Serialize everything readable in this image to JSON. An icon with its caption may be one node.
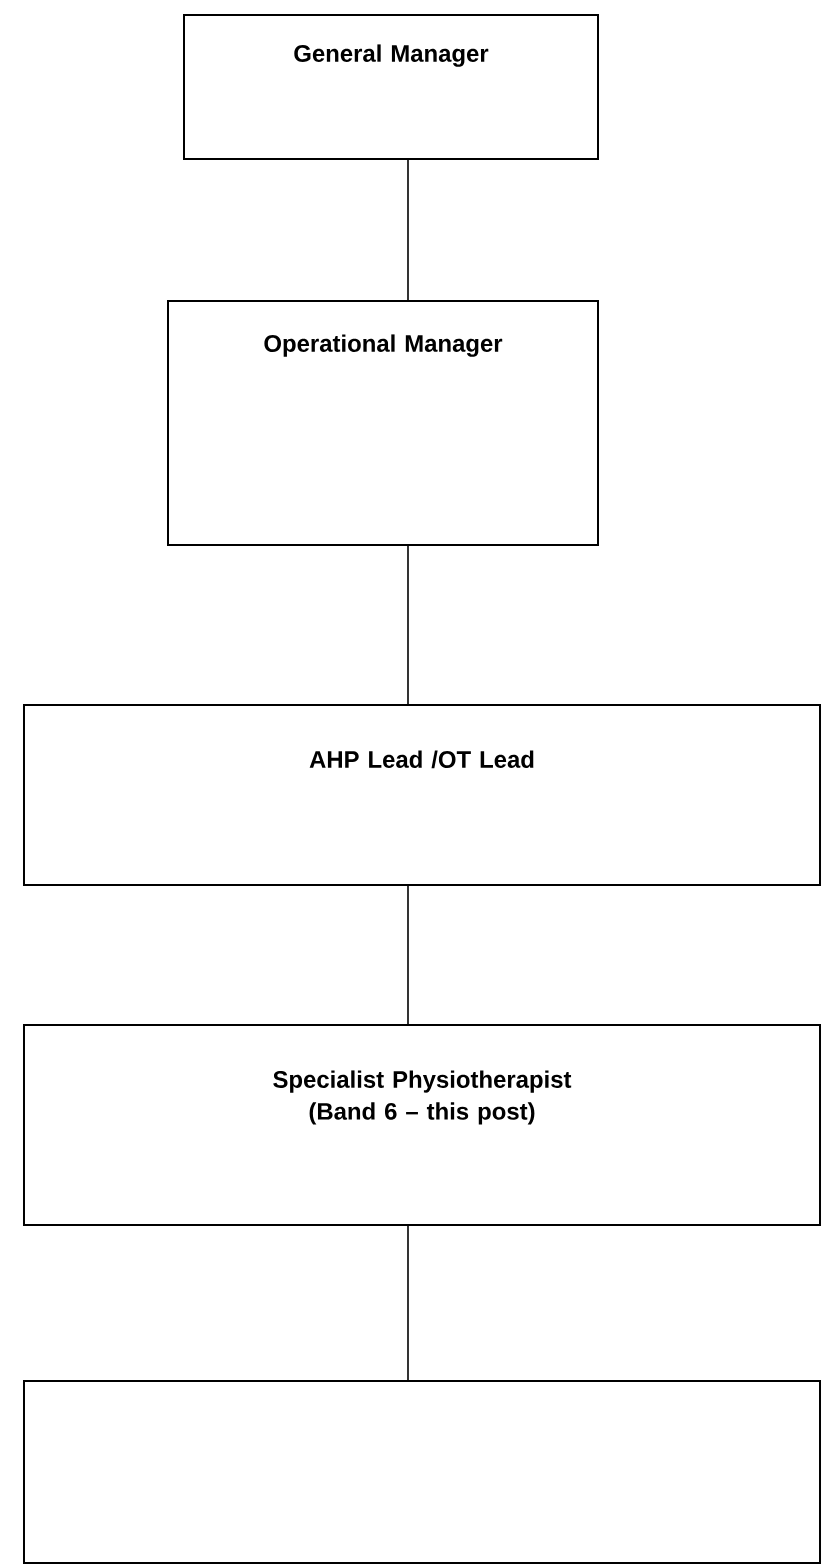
{
  "diagram": {
    "nodes": [
      {
        "text": [
          "General Manager"
        ]
      },
      {
        "text": [
          "Operational Manager"
        ]
      },
      {
        "text": [
          "AHP Lead /OT Lead"
        ]
      },
      {
        "text": [
          "Specialist Physiotherapist (Band 6 – this post)"
        ]
      },
      {
        "text": [],
        "shape": "box"
      }
    ],
    "edges": [
      {
        "from": 0,
        "to": 1,
        "arrow": "none"
      },
      {
        "from": 1,
        "to": 2,
        "arrow": "none"
      },
      {
        "from": 2,
        "to": 3,
        "arrow": "none"
      },
      {
        "from": 3,
        "to": 4,
        "arrow": "none"
      }
    ]
  }
}
